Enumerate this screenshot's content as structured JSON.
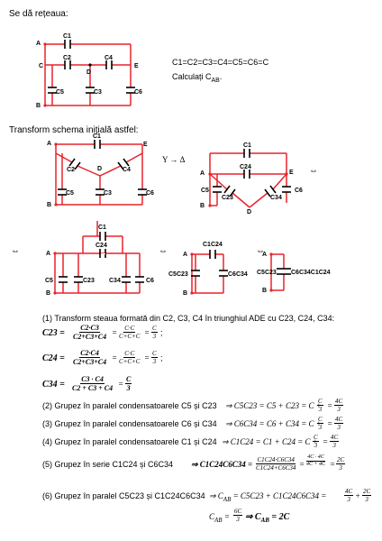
{
  "intro": "Se dă rețeaua:",
  "given": "C1=C2=C3=C4=C5=C6=C",
  "task": "Calculați C",
  "task_sub": "AB",
  "task_end": ".",
  "transform_intro": "Transform schema inițială astfel:",
  "ydelta": "Y → Δ",
  "arrow": "⇔",
  "labels": {
    "A": "A",
    "B": "B",
    "C": "C",
    "D": "D",
    "E": "E",
    "C1": "C1",
    "C2": "C2",
    "C3": "C3",
    "C4": "C4",
    "C5": "C5",
    "C6": "C6",
    "C23": "C23",
    "C24": "C24",
    "C34": "C34",
    "C1C24": "C1C24",
    "C5C23": "C5C23",
    "C6C34": "C6C34",
    "C6C34C1C24": "C6C34C1C24"
  },
  "steps": {
    "s1": "(1) Transform steaua formată din C2, C3, C4 în triunghiul ADE cu C23, C24, C34:",
    "s2": "(2) Grupez în paralel condensatoarele C5 și C23",
    "s3": "(3) Grupez în paralel condensatoarele C6 și C34",
    "s4": "(4) Grupez în paralel condensatoarele C1 și C24",
    "s5": "(5) Grupez în serie C1C24 și C6C34",
    "s6": "(6) Grupez în paralel C5C23 și C1C24C6C34"
  },
  "eq": {
    "c23_lhs": "C23 =",
    "c23_n1": "C2·C3",
    "c23_d1": "C2+C3+C4",
    "c23_n2": "C·C",
    "c23_d2": "C+C+C",
    "c23_n3": "C",
    "c23_d3": "3",
    "c23_end": ";",
    "c24_lhs": "C24 =",
    "c24_n1": "C2·C4",
    "c24_d1": "C2+C3+C4",
    "c24_n2": "C·C",
    "c24_d2": "C+C+C",
    "c24_n3": "C",
    "c24_d3": "3",
    "c24_end": ";",
    "c34_lhs": "C34 =",
    "c34_n1": "C3 · C4",
    "c34_d1": "C2 + C3 + C4",
    "c34_n2": "C",
    "c34_d2": "3",
    "e2": "⇒ C5C23 = C5 + C23 = C +",
    "e2_n": "C",
    "e2_d": "3",
    "e2_eq": "=",
    "e2_n2": "4C",
    "e2_d2": "3",
    "e3": "⇒ C6C34 = C6 + C34 = C +",
    "e3_n": "C",
    "e3_d": "3",
    "e3_eq": "=",
    "e3_n2": "4C",
    "e3_d2": "3",
    "e4": "⇒ C1C24 = C1 + C24 = C +",
    "e4_n": "C",
    "e4_d": "3",
    "e4_eq": "=",
    "e4_n2": "4C",
    "e4_d2": "3",
    "e5": "⇒ C1C24C6C34 =",
    "e5_n": "C1C24·C6C34",
    "e5_d": "C1C24+C6C34",
    "e5_eq": "=",
    "e5_n2": "4C · 4C",
    "e5_d2": "4C + 4C",
    "e5_eq2": "=",
    "e5_n3": "2C",
    "e5_d3": "3",
    "e6": "⇒ C",
    "e6_sub": "AB",
    "e6_mid": "= C5C23 + C1C24C6C34 =",
    "e6_n": "4C",
    "e6_d": "3",
    "e6_plus": "+",
    "e6_n2": "2C",
    "e6_d2": "3",
    "f_lhs": "C",
    "f_sub": "AB",
    "f_eq": "=",
    "f_n": "6C",
    "f_d": "3",
    "f_res": "⇒ C",
    "f_res_sub": "AB",
    "f_res_end": "= 2C"
  },
  "colors": {
    "wire": "#e8232b",
    "black": "#000000",
    "text": "#000000"
  }
}
